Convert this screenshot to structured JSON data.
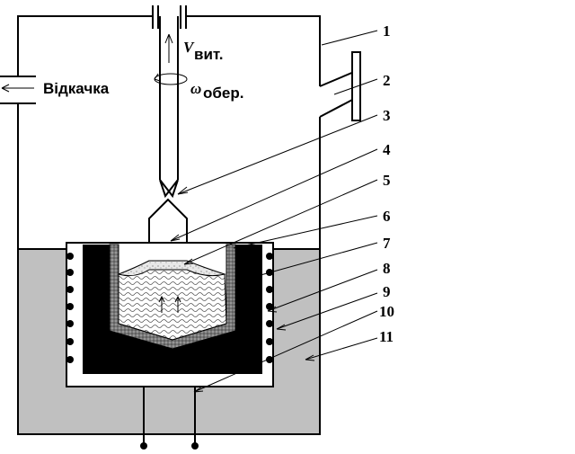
{
  "labels": {
    "pumping": "Відкачка",
    "v_symbol": "V",
    "v_sub": "вит.",
    "omega_symbol": "ω",
    "omega_sub": "обер."
  },
  "callouts": [
    "1",
    "2",
    "3",
    "4",
    "5",
    "6",
    "7",
    "8",
    "9",
    "10",
    "11"
  ],
  "colors": {
    "furnace_fill": "#c0c0c0",
    "crucible_black": "#000000",
    "melt_pattern": "wavy",
    "insulation_white": "#ffffff"
  }
}
